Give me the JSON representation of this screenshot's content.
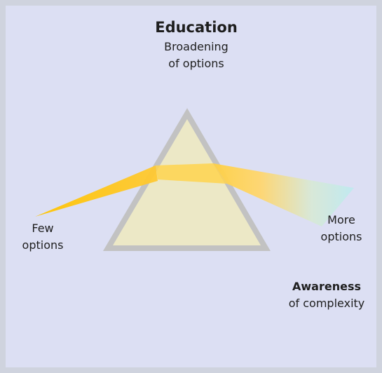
{
  "colors": {
    "frame": "#cfd3de",
    "panel": "#dcdff3",
    "prism_fill": "#ece8c6",
    "prism_stroke": "#c2c2c2",
    "beam_gold": "#ffc727",
    "beam_pale_gold": "#ffd45a",
    "beam_cyan": "#bfeaf0",
    "text": "#1e1e1e"
  },
  "labels": {
    "title": "Education",
    "subtitle_line1": "Broadening",
    "subtitle_line2": "of options",
    "few_line1": "Few",
    "few_line2": "options",
    "more_line1": "More",
    "more_line2": "options",
    "awareness_bold": "Awareness",
    "awareness_line2": "of complexity"
  }
}
